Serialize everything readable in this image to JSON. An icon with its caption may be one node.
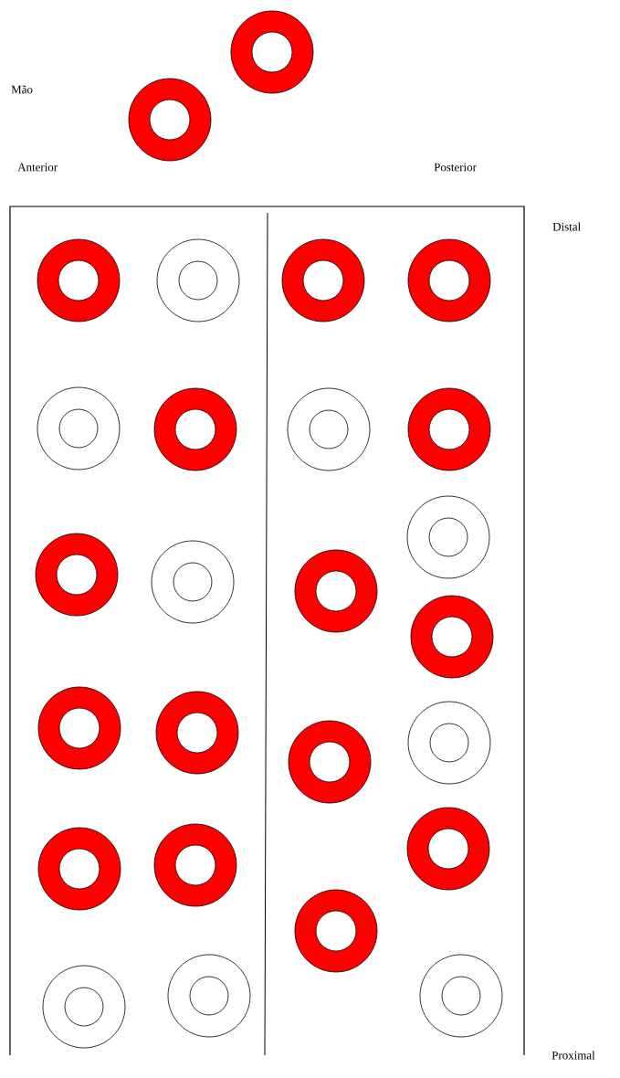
{
  "diagram": {
    "labels": [
      "Mão",
      "Anterior",
      "Posterior",
      "Distal",
      "Proximal"
    ]
  }
}
